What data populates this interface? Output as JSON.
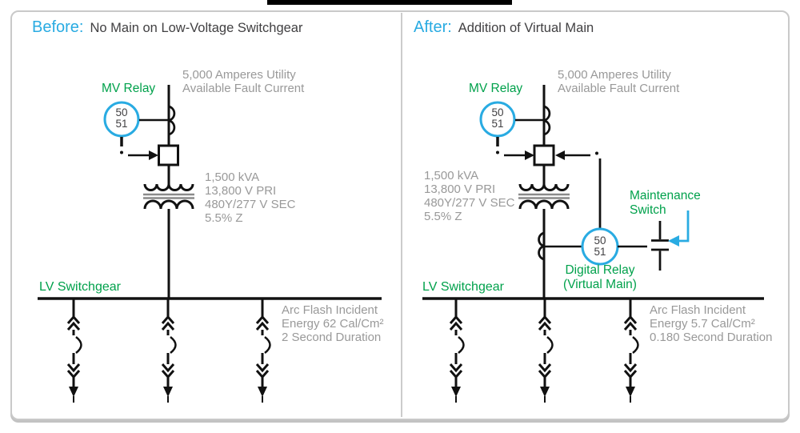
{
  "colors": {
    "accent_cyan": "#29ABE2",
    "accent_green": "#00A14B",
    "muted_gray": "#999999",
    "text_dark": "#414042",
    "line_black": "#111111"
  },
  "panels": {
    "before": {
      "title_prefix": "Before:",
      "title": "No Main on Low-Voltage Switchgear",
      "mv_relay_label": "MV Relay",
      "utility_note": [
        "5,000 Amperes Utility",
        "Available Fault Current"
      ],
      "mv_relay_device_numbers": [
        "50",
        "51"
      ],
      "transformer_specs": [
        "1,500 kVA",
        "13,800 V PRI",
        "480Y/277 V SEC",
        "5.5% Z"
      ],
      "bus_label": "LV Switchgear",
      "arc_flash_note": [
        "Arc Flash Incident",
        "Energy 62 Cal/Cm²",
        "2 Second Duration"
      ]
    },
    "after": {
      "title_prefix": "After:",
      "title": "Addition of Virtual Main",
      "mv_relay_label": "MV Relay",
      "utility_note": [
        "5,000 Amperes Utility",
        "Available Fault Current"
      ],
      "mv_relay_device_numbers": [
        "50",
        "51"
      ],
      "transformer_specs": [
        "1,500 kVA",
        "13,800 V PRI",
        "480Y/277 V SEC",
        "5.5% Z"
      ],
      "digital_relay_device_numbers": [
        "50",
        "51"
      ],
      "digital_relay_label": [
        "Digital Relay",
        "(Virtual Main)"
      ],
      "maintenance_switch_label": [
        "Maintenance",
        "Switch"
      ],
      "bus_label": "LV Switchgear",
      "arc_flash_note": [
        "Arc Flash Incident",
        "Energy 5.7 Cal/Cm²",
        "0.180 Second Duration"
      ]
    }
  }
}
